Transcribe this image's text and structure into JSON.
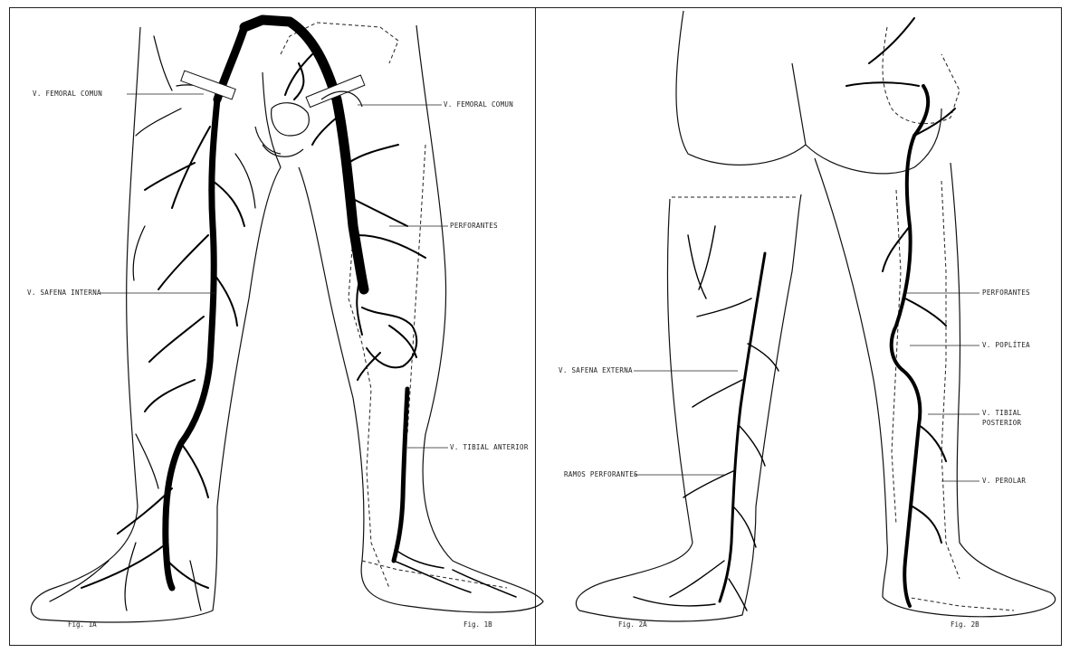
{
  "figures": {
    "fig1a": {
      "caption": "Fig. 1A",
      "labels": {
        "femoral_left": "V. FEMORAL COMUN",
        "safena_interna": "V. SAFENA INTERNA"
      }
    },
    "fig1b": {
      "caption": "Fig. 1B",
      "labels": {
        "femoral_right": "V. FEMORAL COMUN",
        "perforantes": "PERFORANTES",
        "tibial_anterior": "V. TIBIAL ANTERIOR"
      }
    },
    "fig2a": {
      "caption": "Fig. 2A",
      "labels": {
        "safena_externa": "V. SAFENA EXTERNA",
        "ramos_perforantes": "RAMOS PERFORANTES"
      }
    },
    "fig2b": {
      "caption": "Fig. 2B",
      "labels": {
        "perforantes": "PERFORANTES",
        "poplitea": "V. POPLÍTEA",
        "tibial_posterior_1": "V. TIBIAL",
        "tibial_posterior_2": "POSTERIOR",
        "peroneal": "V. PEROLAR"
      }
    }
  }
}
